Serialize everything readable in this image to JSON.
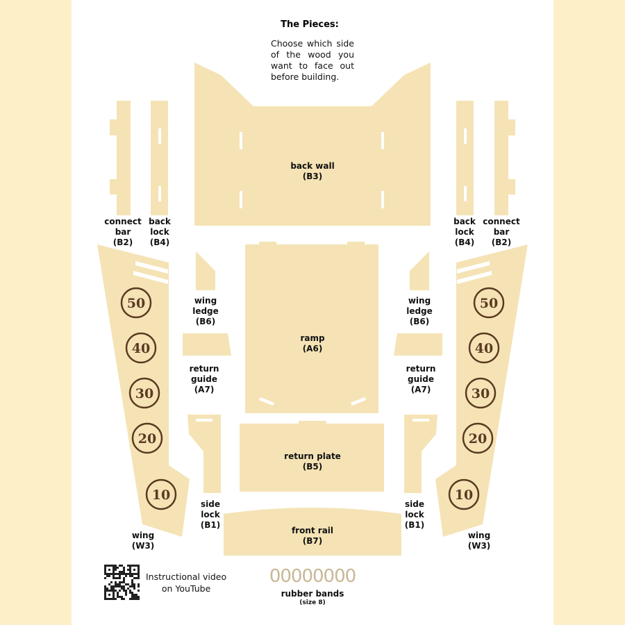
{
  "title": "The Pieces:",
  "intro": "Choose which side of the wood you want to face out before building.",
  "pieces": {
    "back_wall": {
      "name": "back wall",
      "code": "B3"
    },
    "connect_bar": {
      "name": "connect bar",
      "code": "B2"
    },
    "back_lock": {
      "name": "back lock",
      "code": "B4"
    },
    "wing_ledge": {
      "name": "wing ledge",
      "code": "B6"
    },
    "ramp": {
      "name": "ramp",
      "code": "A6"
    },
    "return_guide": {
      "name": "return guide",
      "code": "A7"
    },
    "return_plate": {
      "name": "return plate",
      "code": "B5"
    },
    "side_lock": {
      "name": "side lock",
      "code": "B1"
    },
    "front_rail": {
      "name": "front rail",
      "code": "B7"
    },
    "wing": {
      "name": "wing",
      "code": "W3"
    }
  },
  "wing_scores": [
    "50",
    "40",
    "30",
    "20",
    "10"
  ],
  "video": {
    "line1": "Instructional video",
    "line2": "on YouTube"
  },
  "rubber_bands": {
    "glyphs": "00000000",
    "label": "rubber bands",
    "size": "size 8"
  },
  "colors": {
    "wood": "#f5e3b5",
    "ink": "#5a3a22",
    "background": "#fdf0c9"
  }
}
